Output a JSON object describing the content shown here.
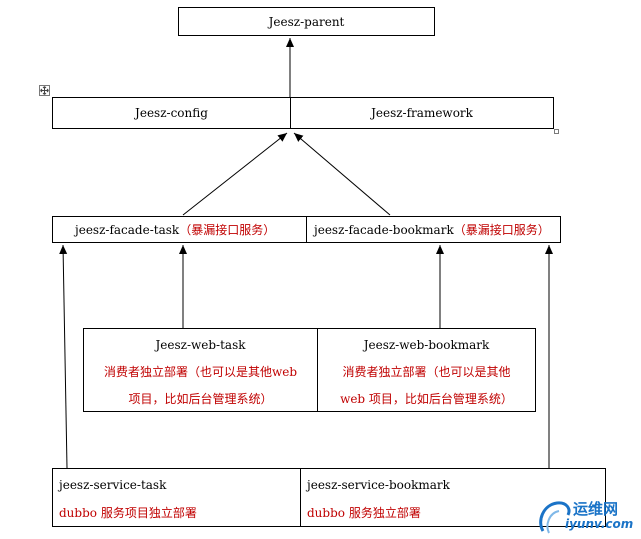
{
  "diagram": {
    "parent": {
      "label": "Jeesz-parent"
    },
    "middle_row": {
      "config": "Jeesz-config",
      "framework": "Jeesz-framework"
    },
    "facade_row": {
      "task": {
        "name": "jeesz-facade-task",
        "note": "（暴漏接口服务）"
      },
      "bookmark": {
        "name": "jeesz-facade-bookmark",
        "note": "（暴漏接口服务）"
      }
    },
    "web_row": {
      "task": {
        "name": "Jeesz-web-task",
        "desc_line1": "消费者独立部署（也可以是其他web",
        "desc_line2": "项目，比如后台管理系统）"
      },
      "bookmark": {
        "name": "Jeesz-web-bookmark",
        "desc_line1": "消费者独立部署（也可以是其他",
        "desc_line2": "web 项目，比如后台管理系统）"
      }
    },
    "service_row": {
      "task": {
        "name": "jeesz-service-task",
        "desc": "dubbo 服务项目独立部署"
      },
      "bookmark": {
        "name": "jeesz-service-bookmark",
        "desc": "dubbo 服务独立部署"
      }
    }
  },
  "watermark": {
    "name": "运维网",
    "url": "iyunv.com"
  },
  "colors": {
    "line": "#000000",
    "note": "#c00000",
    "watermark": "#1a73c7"
  }
}
